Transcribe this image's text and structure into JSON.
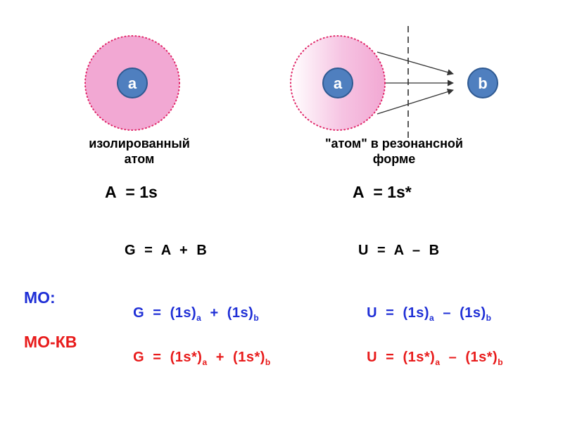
{
  "colors": {
    "cloud": "#f2a8d3",
    "cloud_edge": "#e0286a",
    "nucleus": "#4f7fbf",
    "nucleus_edge": "#2f5a92",
    "blue": "#1f2fd6",
    "red": "#e81b1b"
  },
  "atoms": {
    "isolated": {
      "nucleus": "a"
    },
    "resonant": {
      "nucleus": "a"
    },
    "partner": {
      "nucleus": "b"
    }
  },
  "captions": {
    "isolated": [
      "изолированный",
      "атом"
    ],
    "resonant": [
      "\"атом\" в резонансной",
      "форме"
    ]
  },
  "basis": {
    "left": "А  = 1s",
    "right": "А  = 1s*"
  },
  "definitions": {
    "g": "G  =  A  +  B",
    "u": "U  =  A  –  B"
  },
  "rows": {
    "mo": {
      "label": "МО:",
      "g": {
        "pre": "G  =  (1s)",
        "s1": "a",
        "mid": "  +  (1s)",
        "s2": "b"
      },
      "u": {
        "pre": "U  =  (1s)",
        "s1": "a",
        "mid": "  –  (1s)",
        "s2": "b"
      }
    },
    "mokv": {
      "label": "МО-КВ",
      "g": {
        "pre": "G  =  (1s*)",
        "s1": "a",
        "mid": "  +  (1s*)",
        "s2": "b"
      },
      "u": {
        "pre": "U  =  (1s*)",
        "s1": "a",
        "mid": "  –  (1s*)",
        "s2": "b"
      }
    }
  }
}
